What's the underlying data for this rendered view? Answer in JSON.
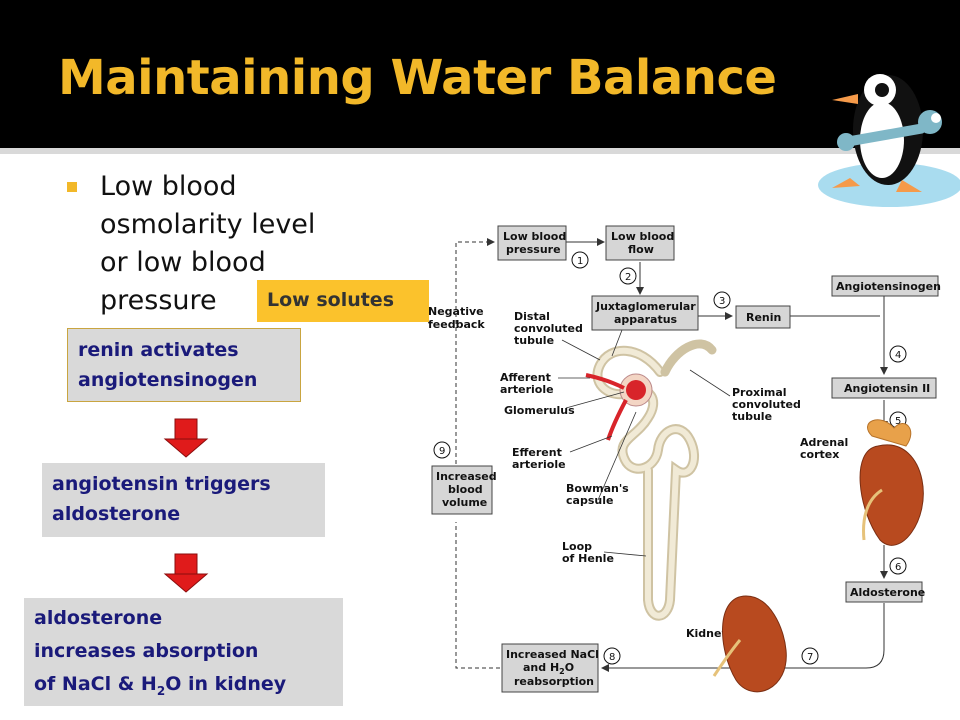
{
  "slide": {
    "title": "Maintaining Water Balance",
    "bullet": {
      "lines": [
        "Low blood",
        "osmolarity level",
        "or low blood",
        "pressure"
      ]
    },
    "highlight": "Low solutes",
    "steps": [
      {
        "lines": [
          "renin activates",
          "angiotensinogen"
        ]
      },
      {
        "lines": [
          "angiotensin triggers",
          "aldosterone"
        ]
      },
      {
        "lines": [
          "aldosterone",
          "increases absorption"
        ],
        "last_line": {
          "prefix": "of NaCl & H",
          "sub": "2",
          "suffix": "O in kidney"
        }
      }
    ]
  },
  "diagram": {
    "boxes": {
      "low_bp": [
        "Low blood",
        "pressure"
      ],
      "low_flow": [
        "Low blood",
        "flow"
      ],
      "juxta": [
        "Juxtaglomerular",
        "apparatus"
      ],
      "renin": [
        "Renin"
      ],
      "angiotensinogen": [
        "Angiotensinogen"
      ],
      "angiotensin2": [
        "Angiotensin II"
      ],
      "aldosterone": [
        "Aldosterone"
      ],
      "increased_volume": [
        "Increased",
        "blood",
        "volume"
      ],
      "reabsorption": {
        "line1": "Increased NaCl",
        "line2_prefix": "and H",
        "line2_sub": "2",
        "line2_suffix": "O",
        "line3": "reabsorption"
      }
    },
    "labels": {
      "negative_feedback": [
        "Negative",
        "feedback"
      ],
      "distal": [
        "Distal",
        "convoluted",
        "tubule"
      ],
      "afferent": [
        "Afferent",
        "arteriole"
      ],
      "glomerulus": [
        "Glomerulus"
      ],
      "efferent": [
        "Efferent",
        "arteriole"
      ],
      "bowmans": [
        "Bowman's",
        "capsule"
      ],
      "loop": [
        "Loop",
        "of Henle"
      ],
      "proximal": [
        "Proximal",
        "convoluted",
        "tubule"
      ],
      "adrenal": [
        "Adrenal",
        "cortex"
      ],
      "kidney": [
        "Kidney"
      ]
    },
    "step_numbers": [
      "1",
      "2",
      "3",
      "4",
      "5",
      "6",
      "7",
      "8",
      "9"
    ]
  },
  "colors": {
    "title": "#f2b829",
    "highlight": "#fbc22c",
    "box_text": "#1a1a7a",
    "arrow_red": "#e01b1b"
  },
  "icons": {
    "penguin": "penguin-mascot-icon",
    "bullet": "square-bullet-icon",
    "down_arrow": "red-down-arrow-icon"
  }
}
